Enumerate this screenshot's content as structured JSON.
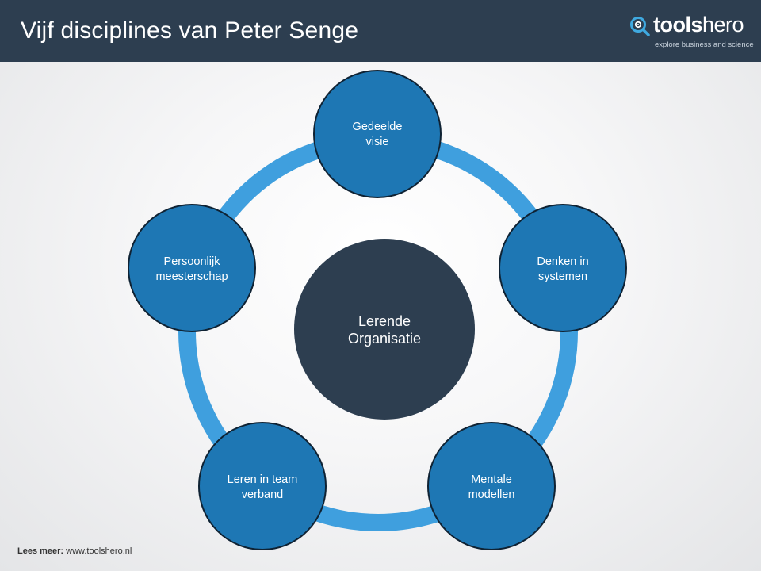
{
  "header": {
    "title": "Vijf disciplines van Peter Senge",
    "logo_bold": "tools",
    "logo_light": "hero",
    "logo_tagline": "explore business and science"
  },
  "diagram": {
    "center": {
      "line1": "Lerende",
      "line2": "Organisatie"
    },
    "nodes": [
      {
        "line1": "Gedeelde",
        "line2": "visie"
      },
      {
        "line1": "Denken  in",
        "line2": "systemen"
      },
      {
        "line1": "Mentale",
        "line2": "modellen"
      },
      {
        "line1": "Leren  in team",
        "line2": "verband"
      },
      {
        "line1": "Persoonlijk",
        "line2": "meesterschap"
      }
    ],
    "colors": {
      "ring": "#3f9fde",
      "node_fill": "#1e77b4",
      "node_stroke": "#0f2233",
      "center_fill": "#2d3e50"
    }
  },
  "footer": {
    "label": "Lees meer:",
    "url": "www.toolshero.nl"
  }
}
